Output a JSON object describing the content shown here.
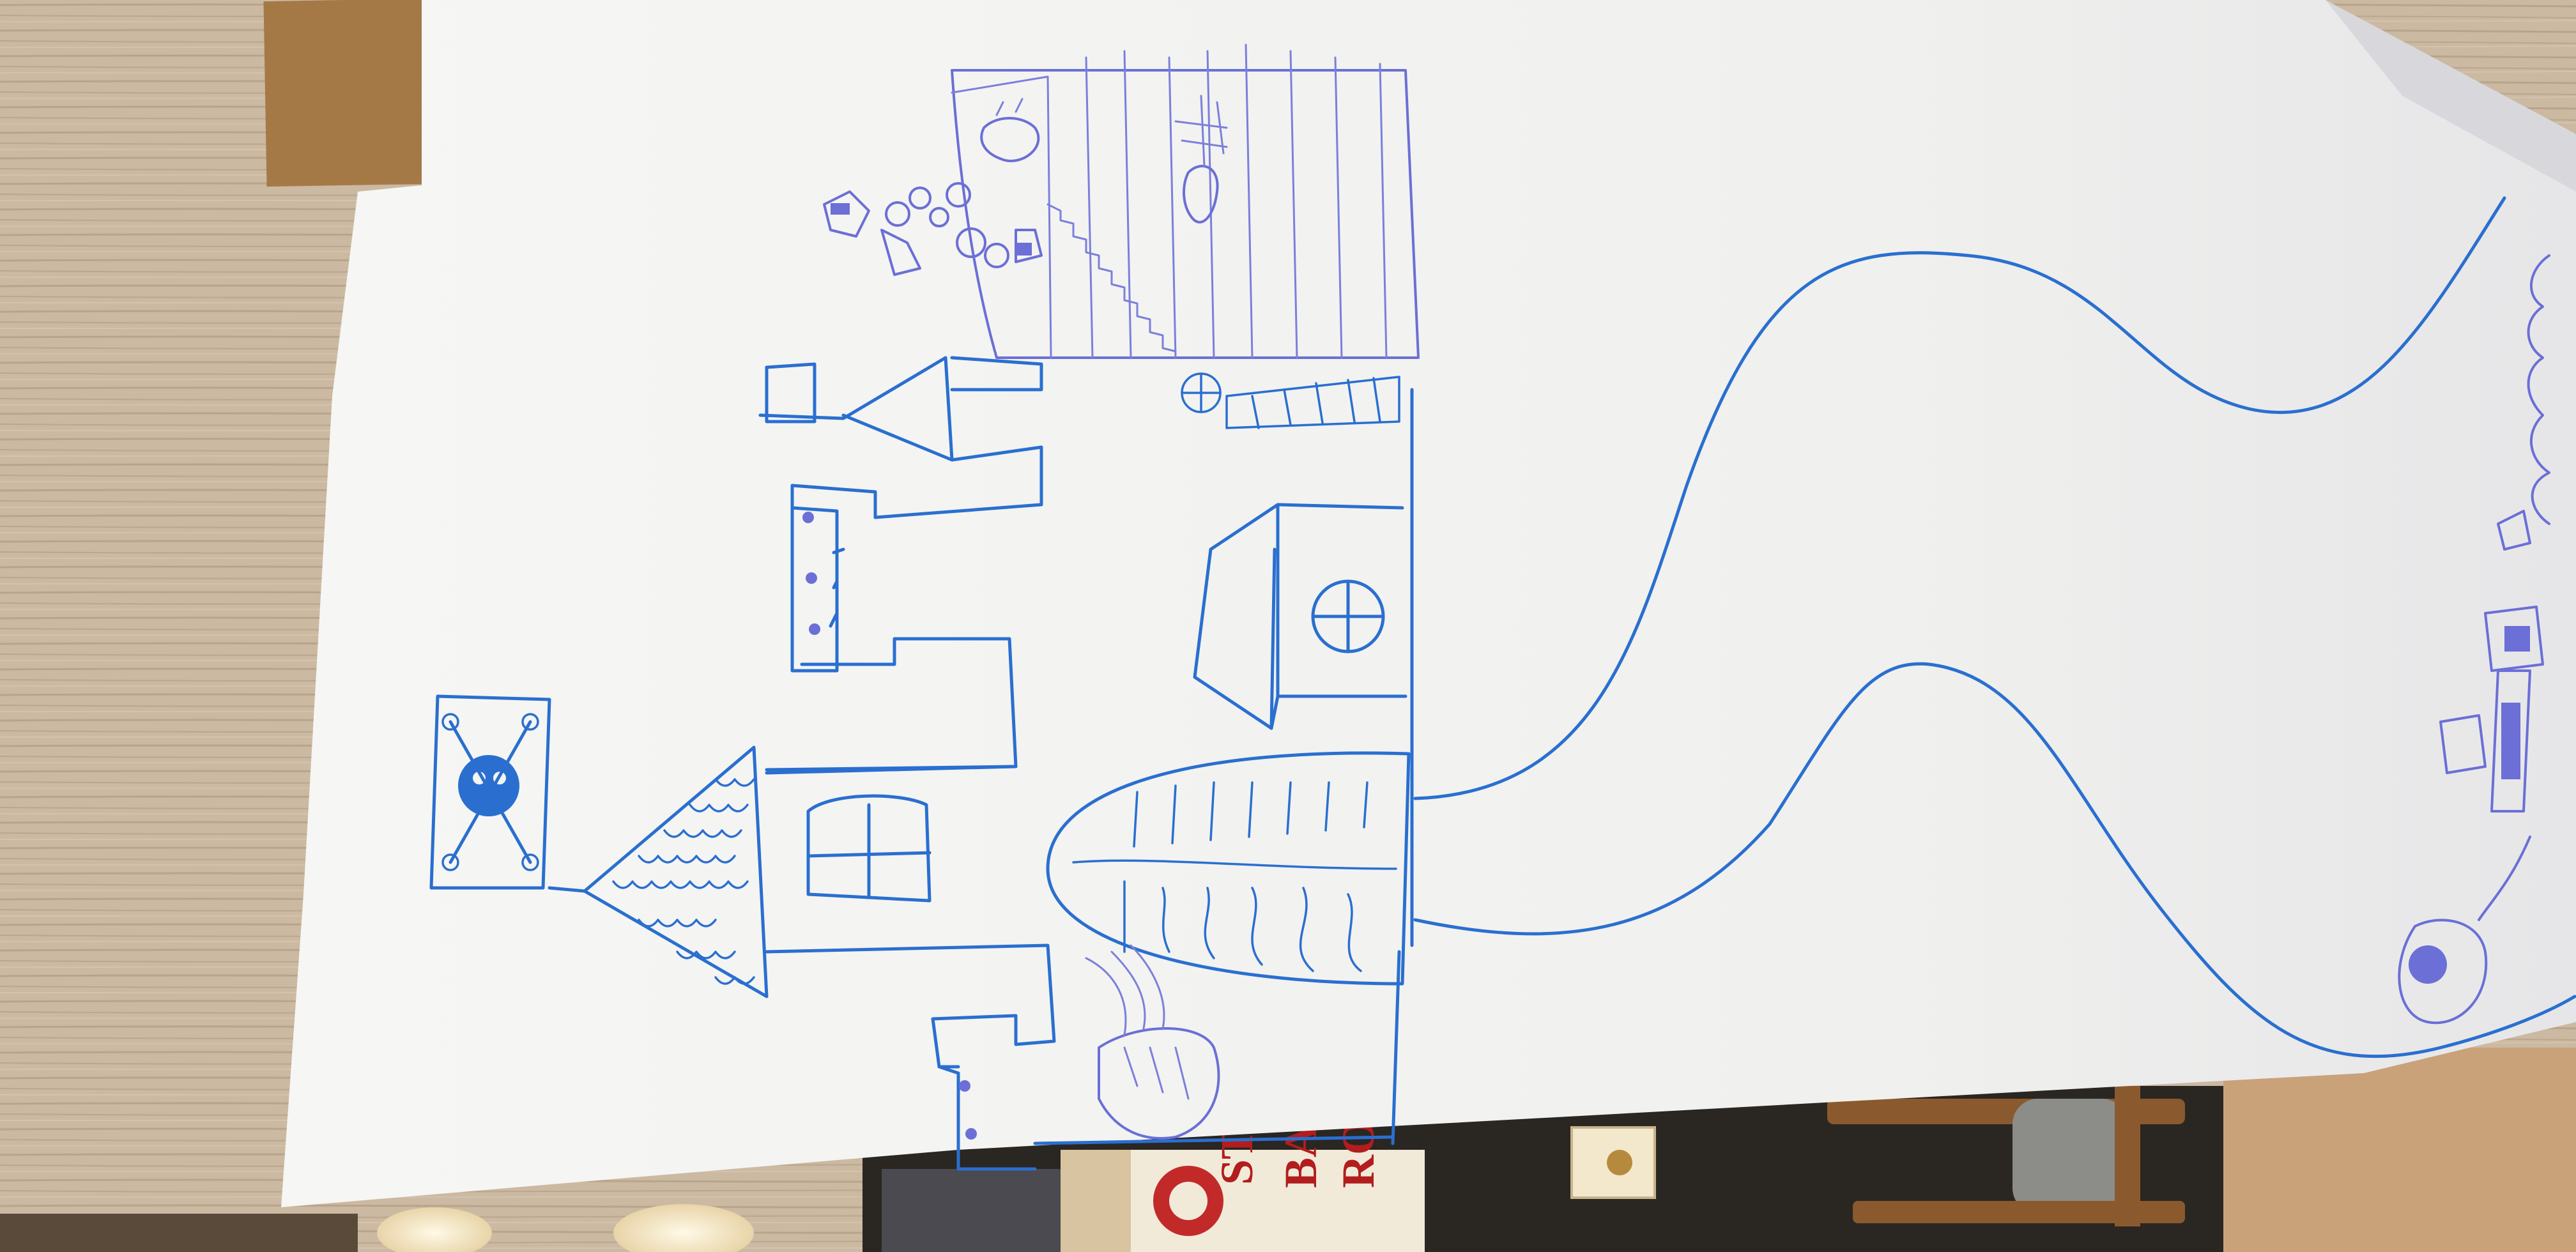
{
  "scene": {
    "description_visible_text": [],
    "colors": {
      "wood_wall": "#c9b7a0",
      "wood_grain": "#b59f86",
      "tape": "#a57946",
      "paper": "#f4f4f2",
      "paper_shadow": "#dcdcdc",
      "marker_blue": "#2a6fd0",
      "marker_violet": "#6b6fd6",
      "floor": "#c9a27a",
      "chair_seat": "#8c8c88",
      "chair_frame": "#8a5a2e",
      "shelf_dark": "#2c2622",
      "light_glow": "#fff6dc"
    },
    "icons": {
      "flag": "skull-and-crossbones-icon",
      "roof": "scale-pattern-roof",
      "door": "arched-door-icon"
    }
  },
  "book": {
    "line1": "STEE",
    "line2": "BAL",
    "line3": "RON"
  }
}
